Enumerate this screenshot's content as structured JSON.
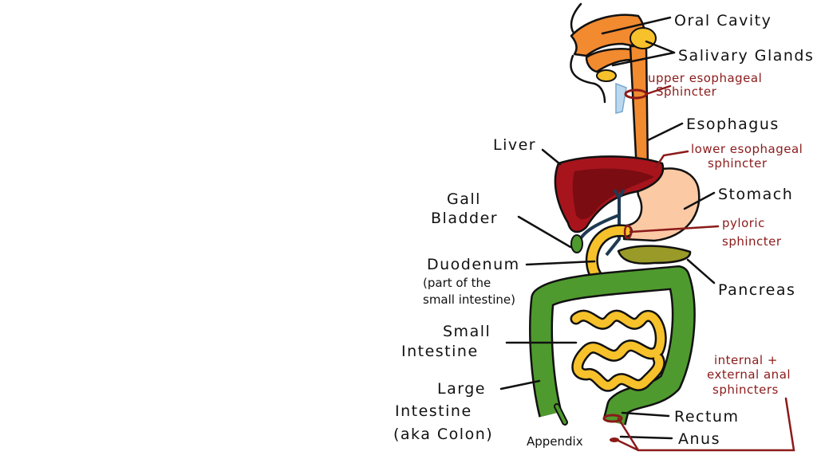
{
  "labels": {
    "oral_cavity": "Oral Cavity",
    "salivary_glands": "Salivary Glands",
    "upper_sphincter_1": "upper esophageal",
    "upper_sphincter_2": "Sphincter",
    "esophagus": "Esophagus",
    "liver": "Liver",
    "lower_sphincter_1": "lower esophageal",
    "lower_sphincter_2": "sphincter",
    "gall_bladder_1": "Gall",
    "gall_bladder_2": "Bladder",
    "stomach": "Stomach",
    "pyloric_1": "pyloric",
    "pyloric_2": "sphincter",
    "duodenum": "Duodenum",
    "duodenum_note_1": "(part of the",
    "duodenum_note_2": "small intestine)",
    "pancreas": "Pancreas",
    "small_intestine_1": "Small",
    "small_intestine_2": "Intestine",
    "large_intestine_1": "Large",
    "large_intestine_2": "Intestine",
    "large_intestine_3": "(aka Colon)",
    "anal_sphincters_1": "internal +",
    "anal_sphincters_2": "external anal",
    "anal_sphincters_3": "sphincters",
    "appendix": "Appendix",
    "rectum": "Rectum",
    "anus": "Anus"
  },
  "colors": {
    "esophagus": "#f28a30",
    "liver": "#a8141c",
    "stomach": "#fbc9a4",
    "intestine_small": "#f6c12a",
    "colon": "#4f9a2e",
    "pancreas": "#9a9a28",
    "sphincter_label": "#8b1a1a",
    "bile_duct": "#1e3a52"
  }
}
